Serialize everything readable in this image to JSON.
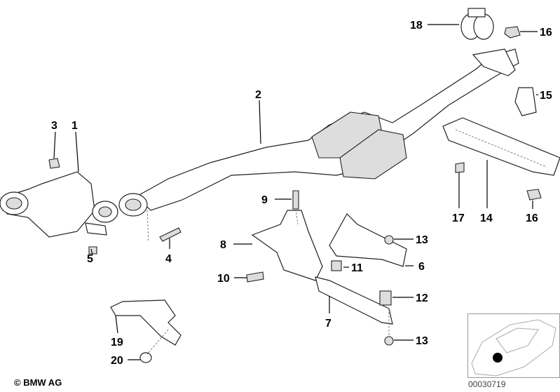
{
  "diagram": {
    "callouts": [
      {
        "id": "1",
        "label": "1"
      },
      {
        "id": "2",
        "label": "2"
      },
      {
        "id": "3",
        "label": "3"
      },
      {
        "id": "4",
        "label": "4"
      },
      {
        "id": "5",
        "label": "5"
      },
      {
        "id": "6",
        "label": "6"
      },
      {
        "id": "7",
        "label": "7"
      },
      {
        "id": "8",
        "label": "8"
      },
      {
        "id": "9",
        "label": "9"
      },
      {
        "id": "10",
        "label": "10"
      },
      {
        "id": "11",
        "label": "11"
      },
      {
        "id": "12",
        "label": "12"
      },
      {
        "id": "13a",
        "label": "13"
      },
      {
        "id": "13b",
        "label": "13"
      },
      {
        "id": "14",
        "label": "14"
      },
      {
        "id": "15",
        "label": "15"
      },
      {
        "id": "16a",
        "label": "16"
      },
      {
        "id": "16b",
        "label": "16"
      },
      {
        "id": "17",
        "label": "17"
      },
      {
        "id": "18",
        "label": "18"
      },
      {
        "id": "19",
        "label": "19"
      },
      {
        "id": "20",
        "label": "20"
      }
    ]
  },
  "footer": {
    "copyright": "© BMW AG",
    "diagram_code": "00030719"
  }
}
